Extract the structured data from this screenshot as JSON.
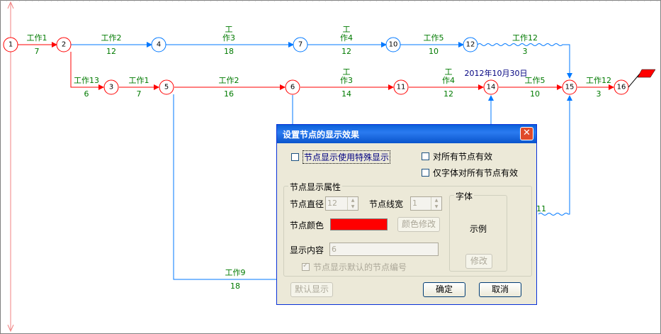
{
  "diagram": {
    "nodes": [
      {
        "id": "1",
        "label": "1",
        "color": "#ff0000"
      },
      {
        "id": "2",
        "label": "2",
        "color": "#ff0000"
      },
      {
        "id": "3",
        "label": "3",
        "color": "#ff0000"
      },
      {
        "id": "4",
        "label": "4",
        "color": "#0078ff"
      },
      {
        "id": "5",
        "label": "5",
        "color": "#ff0000"
      },
      {
        "id": "6",
        "label": "6",
        "color": "#ff0000"
      },
      {
        "id": "7",
        "label": "7",
        "color": "#0078ff"
      },
      {
        "id": "10",
        "label": "10",
        "color": "#0078ff"
      },
      {
        "id": "11",
        "label": "11",
        "color": "#ff0000"
      },
      {
        "id": "12",
        "label": "12",
        "color": "#0078ff"
      },
      {
        "id": "14",
        "label": "14",
        "color": "#ff0000"
      },
      {
        "id": "15",
        "label": "15",
        "color": "#ff0000"
      },
      {
        "id": "16",
        "label": "16",
        "color": "#ff0000"
      }
    ],
    "works": [
      {
        "name": "工作1",
        "duration": "7"
      },
      {
        "name": "工作2",
        "duration": "12"
      },
      {
        "name": "工\n作3",
        "duration": "18"
      },
      {
        "name": "工\n作4",
        "duration": "12"
      },
      {
        "name": "工作5",
        "duration": "10"
      },
      {
        "name": "工作12",
        "duration": "3"
      },
      {
        "name": "工作13",
        "duration": "6"
      },
      {
        "name": "工作1",
        "duration": "7"
      },
      {
        "name": "工作2",
        "duration": "16"
      },
      {
        "name": "工\n作3",
        "duration": "14"
      },
      {
        "name": "工\n作4",
        "duration": "12"
      },
      {
        "name": "工作5",
        "duration": "10"
      },
      {
        "name": "工作12",
        "duration": "3"
      },
      {
        "name": "工作9",
        "duration": "18"
      },
      {
        "name": "",
        "duration": "11"
      }
    ],
    "date_label": "2012年10月30日",
    "colors": {
      "critical": "#ff0000",
      "normal": "#0078ff",
      "timeline": "#f08080",
      "label": "#007a00"
    }
  },
  "dialog": {
    "title": "设置节点的显示效果",
    "close_label": "✕",
    "special_display_label": "节点显示使用特殊显示",
    "all_nodes_label": "对所有节点有效",
    "font_only_label": "仅字体对所有节点有效",
    "group_title": "节点显示属性",
    "diameter_label": "节点直径",
    "diameter_value": "12",
    "linewidth_label": "节点线宽",
    "linewidth_value": "1",
    "color_label": "节点颜色",
    "node_color": "#ff0000",
    "color_modify_label": "颜色修改",
    "font_group_title": "字体",
    "font_sample_label": "示例",
    "font_modify_label": "修改",
    "content_label": "显示内容",
    "content_value": "6",
    "default_number_label": "节点显示默认的节点编号",
    "default_display_label": "默认显示",
    "ok_label": "确定",
    "cancel_label": "取消"
  }
}
